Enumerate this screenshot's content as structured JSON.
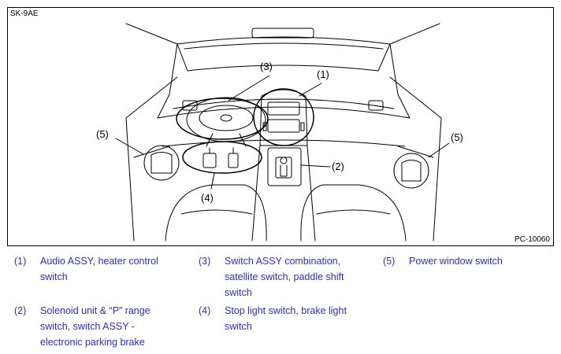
{
  "figure": {
    "code": "SK-9AE",
    "ref": "PC-10060",
    "callouts": {
      "c1": "(1)",
      "c2": "(2)",
      "c3": "(3)",
      "c4": "(4)",
      "c5_left": "(5)",
      "c5_right": "(5)"
    }
  },
  "legend": [
    {
      "num": "(1)",
      "lines": [
        "Audio ASSY, heater control",
        "switch"
      ]
    },
    {
      "num": "(2)",
      "lines": [
        "Solenoid unit & “P” range",
        "switch, switch ASSY -",
        "electronic parking brake"
      ]
    },
    {
      "num": "(3)",
      "lines": [
        "Switch ASSY combination,",
        "satellite switch, paddle shift",
        "switch"
      ]
    },
    {
      "num": "(4)",
      "lines": [
        "Stop light switch, brake light",
        "switch"
      ]
    },
    {
      "num": "(5)",
      "lines": [
        "Power window switch"
      ]
    }
  ],
  "colors": {
    "legend_text": "#2e2eb8",
    "line": "#000000"
  }
}
